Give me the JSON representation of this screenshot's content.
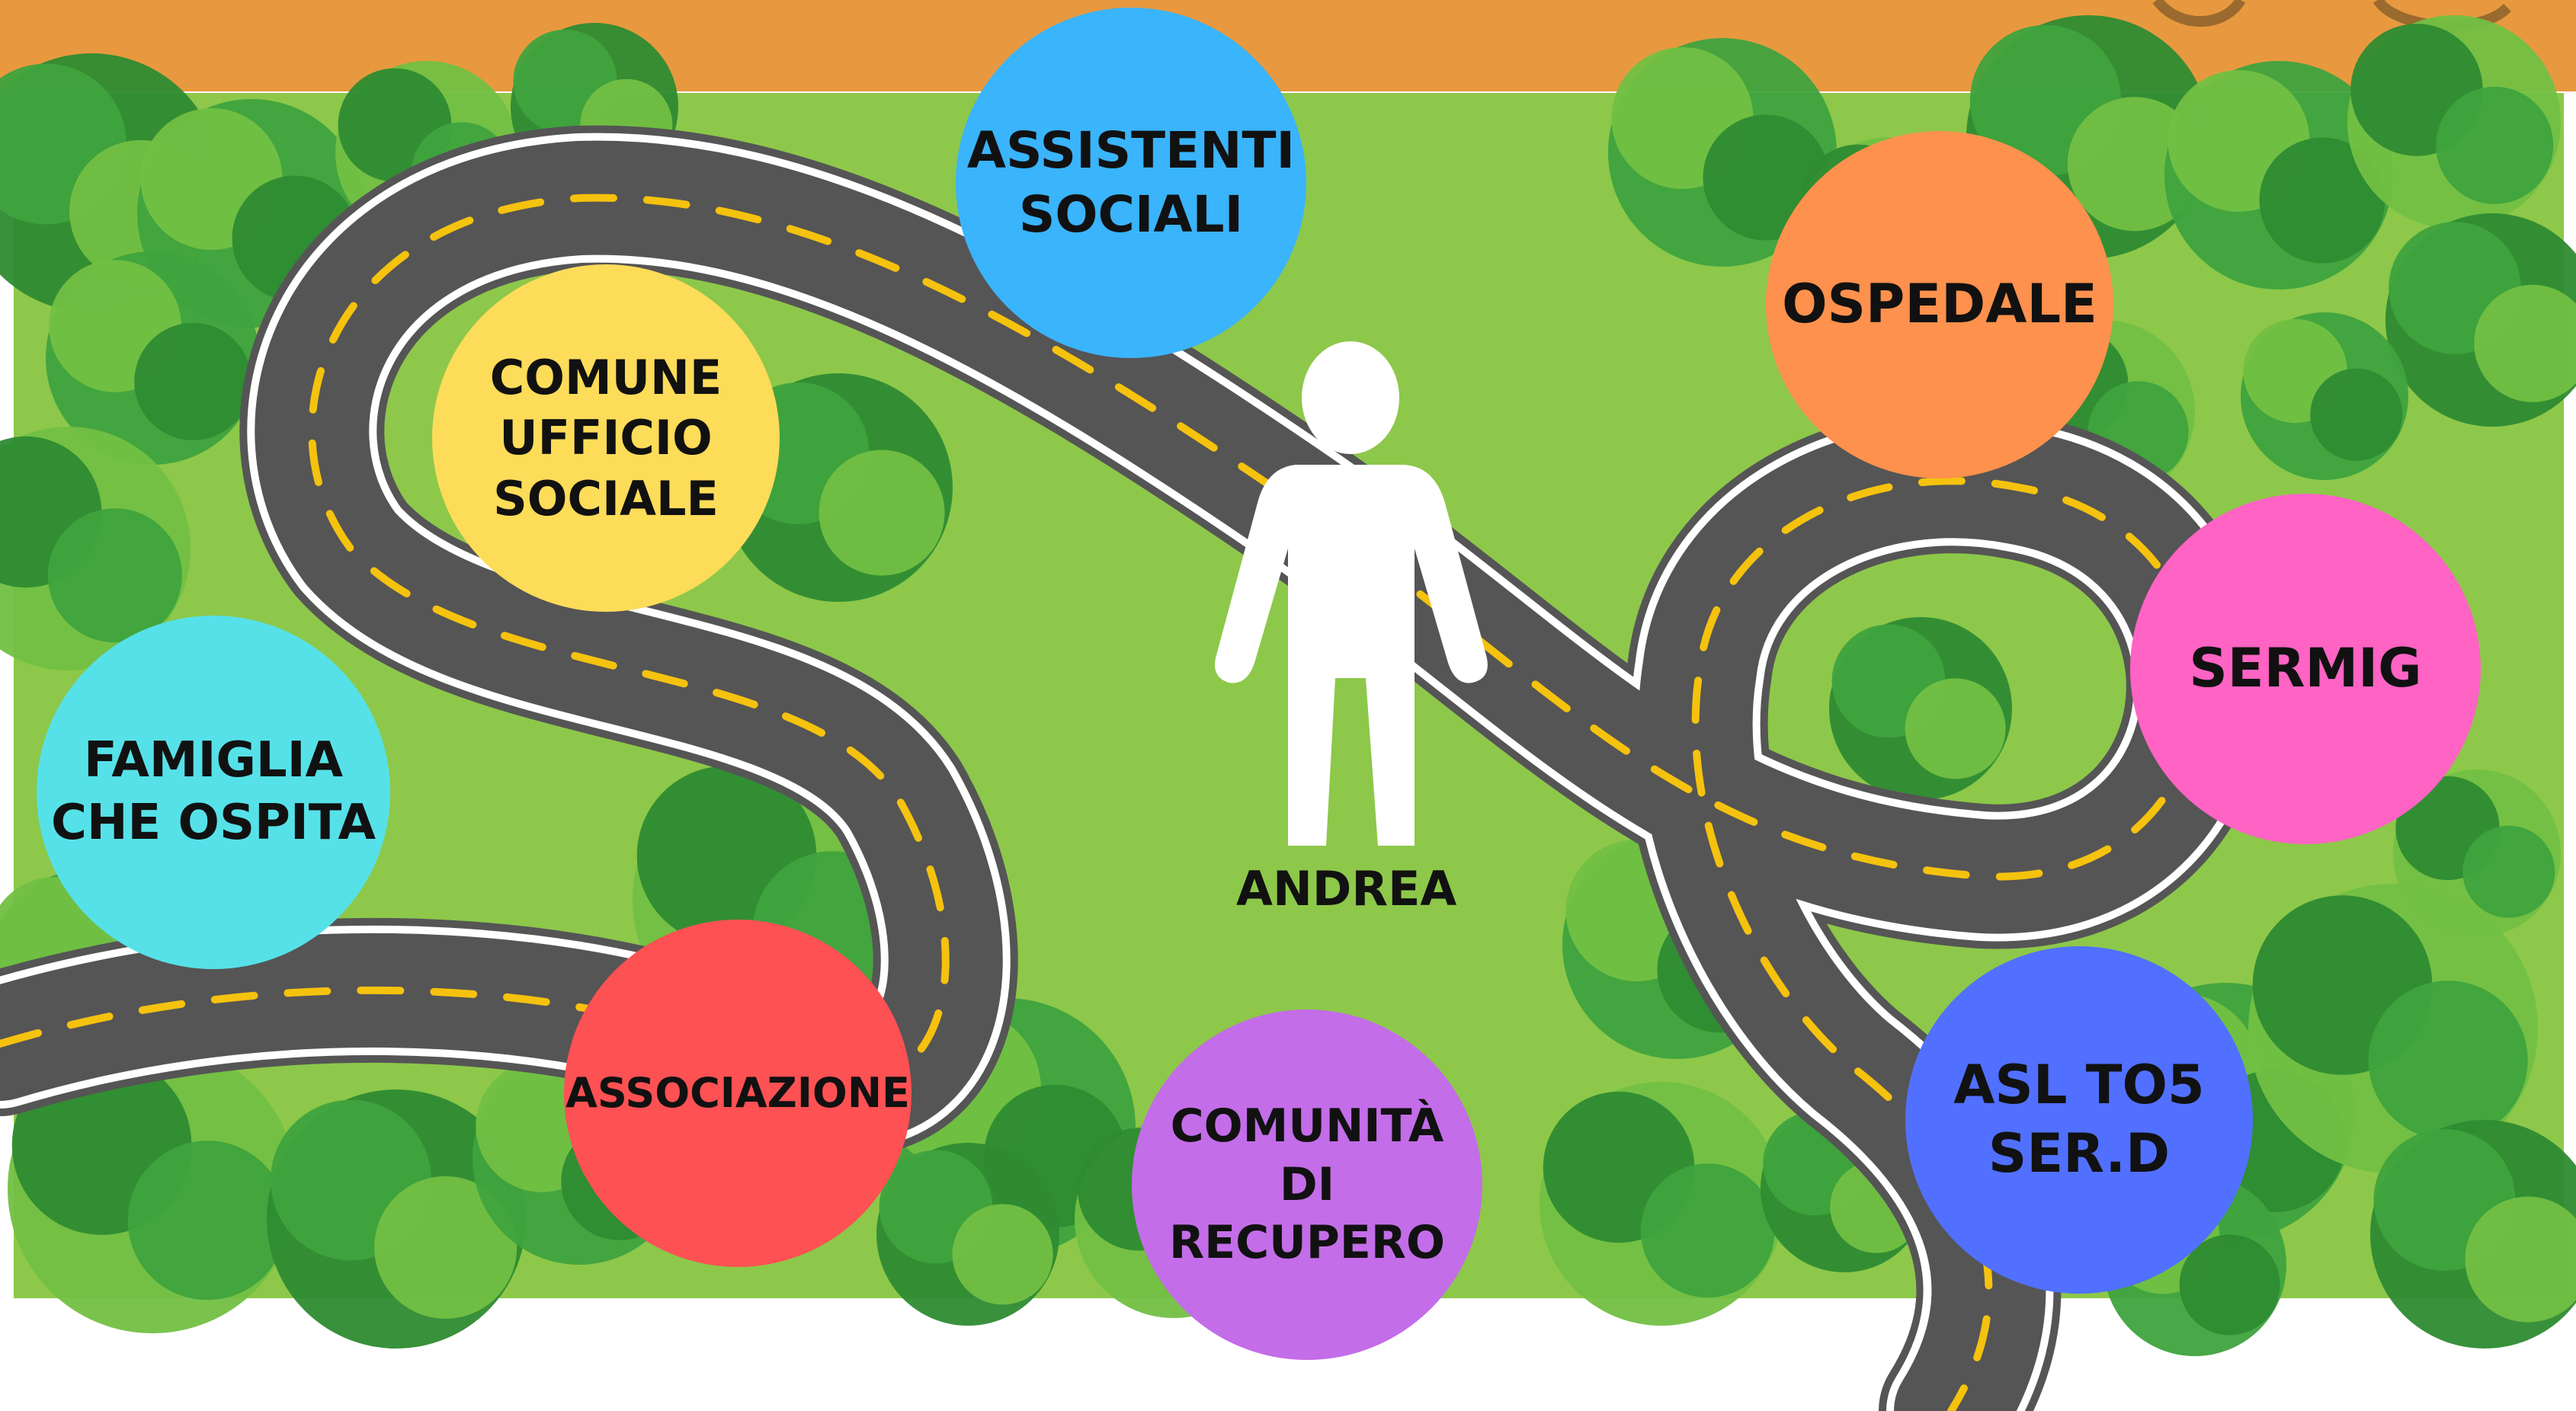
{
  "colors": {
    "header": "#E8993F",
    "grass": "#8DC84A",
    "road": "#555555",
    "road_edge": "#FFFFFF",
    "road_dash": "#F5C20E",
    "tree_dark": "#2E8B32",
    "tree_mid": "#3FA33E",
    "tree_light": "#72C043",
    "person": "#FFFFFF"
  },
  "person": {
    "name": "ANDREA",
    "icon": "person-silhouette-icon"
  },
  "nodes": [
    {
      "id": "assistenti-sociali",
      "lines": [
        "ASSISTENTI",
        "SOCIALI"
      ],
      "color": "#3AB4FB"
    },
    {
      "id": "comune",
      "lines": [
        "COMUNE",
        "UFFICIO",
        "SOCIALE"
      ],
      "color": "#FDDC59"
    },
    {
      "id": "famiglia",
      "lines": [
        "FAMIGLIA",
        "CHE OSPITA"
      ],
      "color": "#56E1E8"
    },
    {
      "id": "associazione",
      "lines": [
        "ASSOCIAZIONE"
      ],
      "color": "#FE5154"
    },
    {
      "id": "comunita",
      "lines": [
        "COMUNITÀ",
        "DI",
        "RECUPERO"
      ],
      "color": "#C36DE8"
    },
    {
      "id": "ospedale",
      "lines": [
        "OSPEDALE"
      ],
      "color": "#FD914D"
    },
    {
      "id": "sermig",
      "lines": [
        "SERMIG"
      ],
      "color": "#FF63C4"
    },
    {
      "id": "asl",
      "lines": [
        "ASL TO5",
        "SER.D"
      ],
      "color": "#5170FF"
    }
  ]
}
